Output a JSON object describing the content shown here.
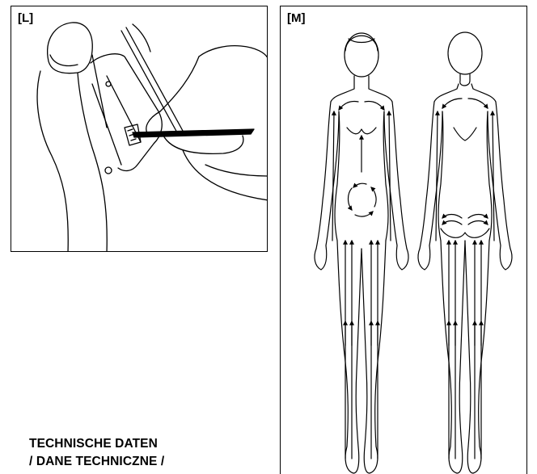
{
  "panels": {
    "l": {
      "label": "[L]"
    },
    "m": {
      "label": "[M]"
    }
  },
  "section": {
    "heading_line1": "TECHNISCHE DATEN",
    "heading_line2": "/ DANE TECHNICZNE /"
  },
  "colors": {
    "ink": "#000000",
    "paper": "#ffffff"
  }
}
